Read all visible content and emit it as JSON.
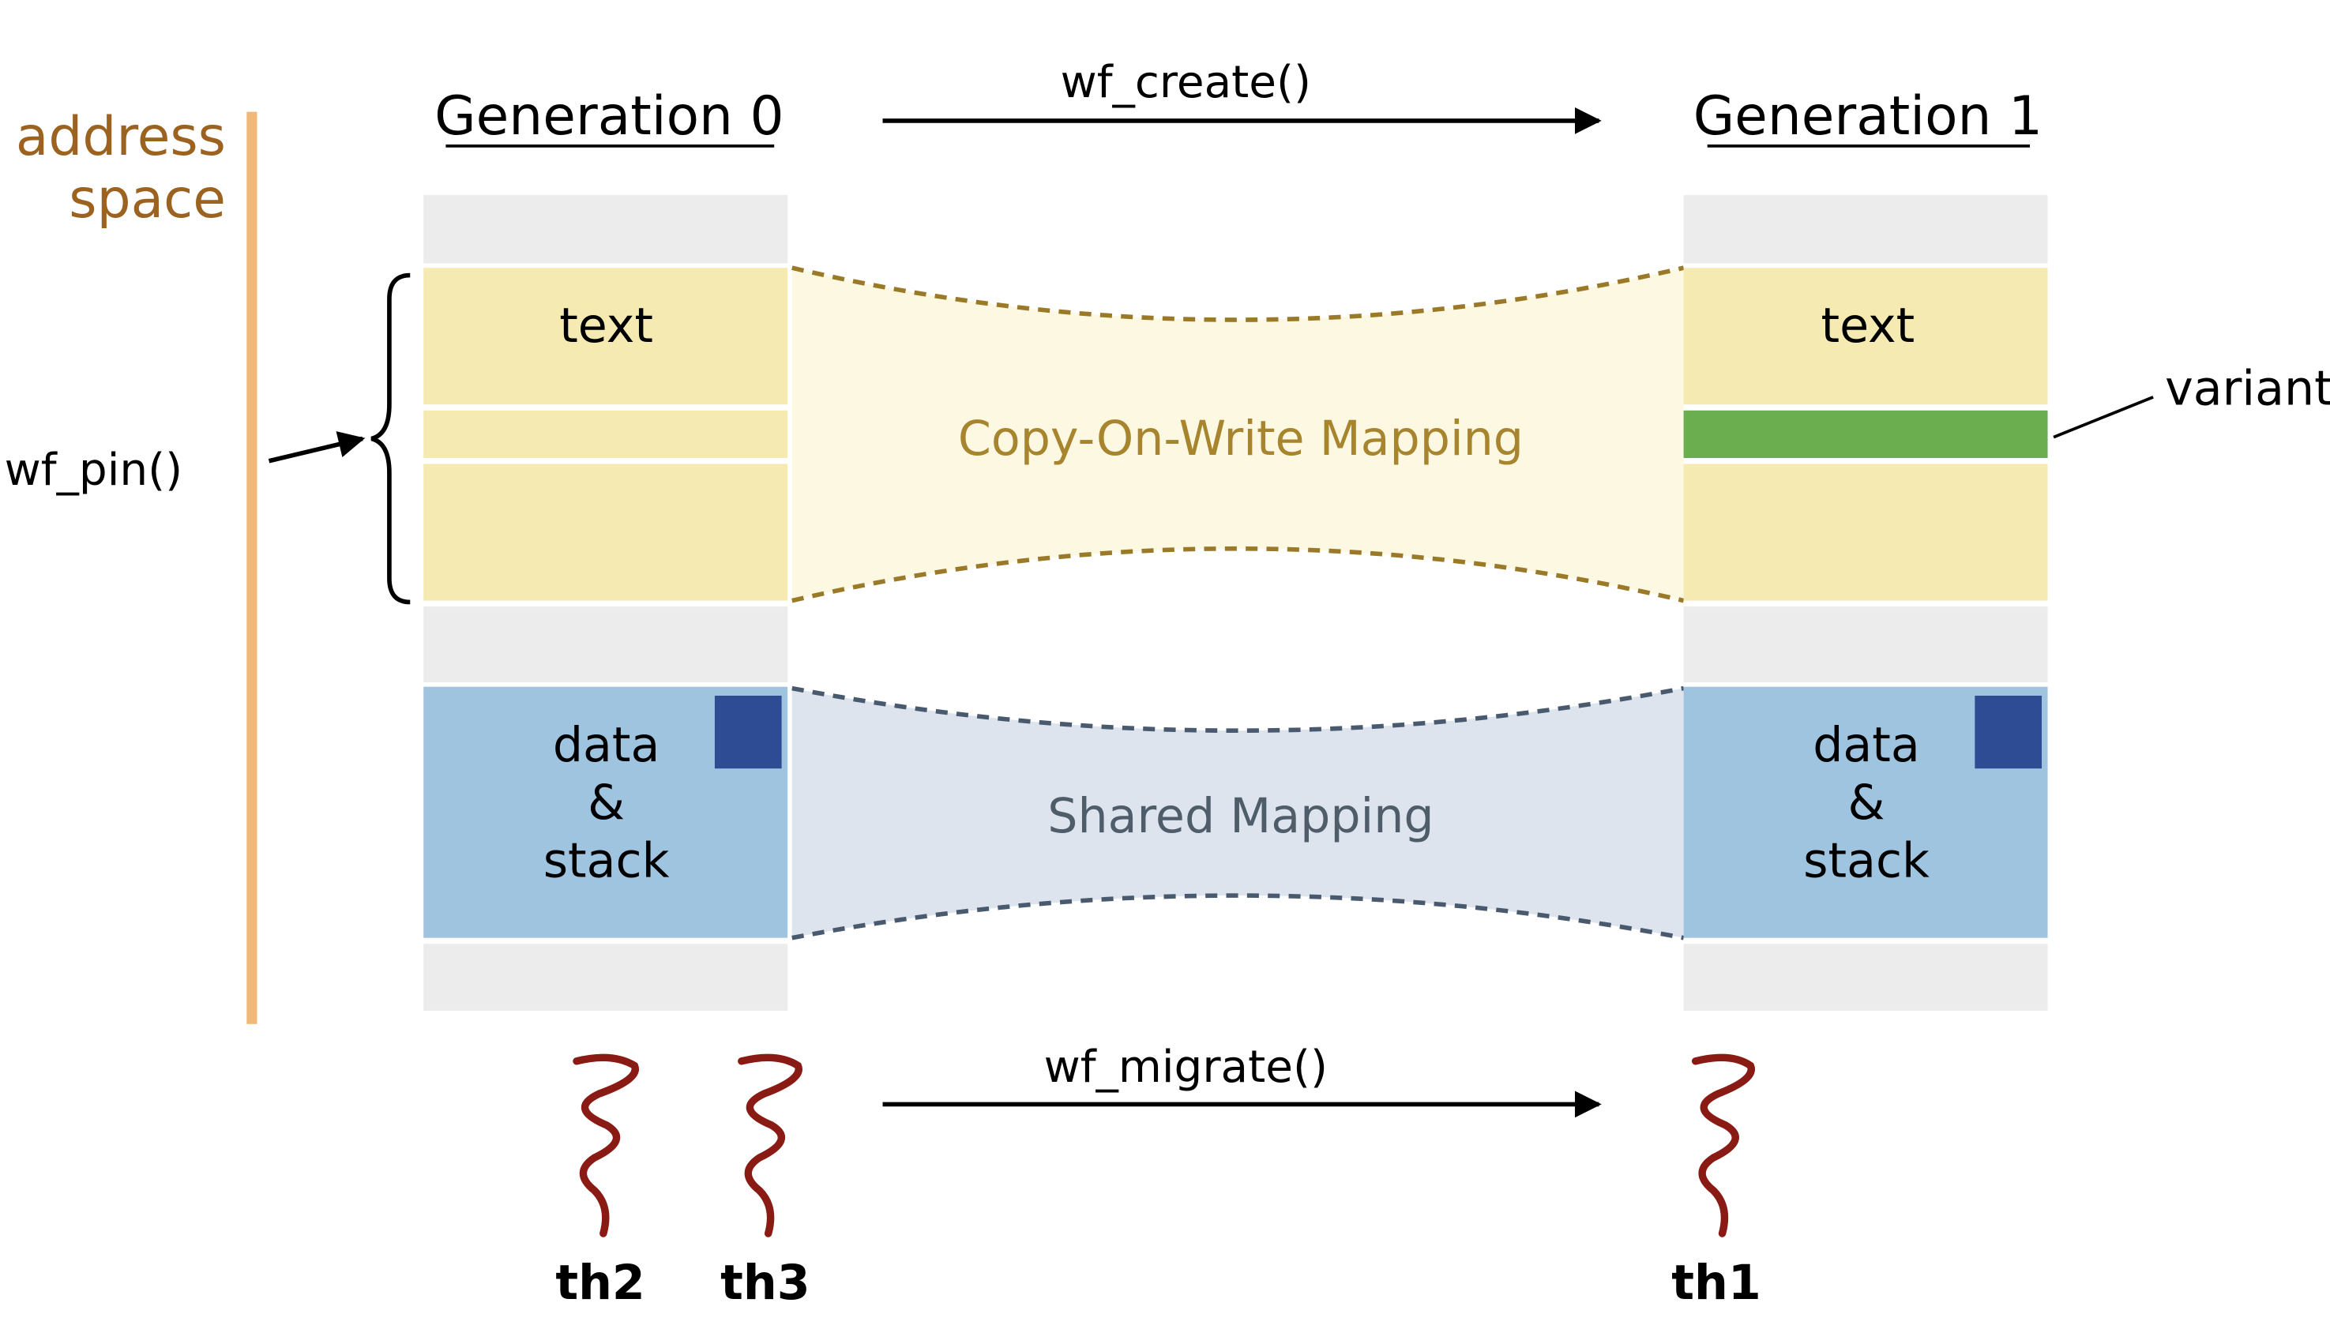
{
  "address_space_label": [
    "address",
    "space"
  ],
  "generation_0": {
    "title": "Generation 0",
    "segments": {
      "text": "text",
      "data_stack": [
        "data",
        "&",
        "stack"
      ]
    }
  },
  "generation_1": {
    "title": "Generation 1",
    "segments": {
      "text": "text",
      "data_stack": [
        "data",
        "&",
        "stack"
      ]
    }
  },
  "calls": {
    "create": "wf_create()",
    "migrate": "wf_migrate()",
    "pin": "wf_pin()"
  },
  "mappings": {
    "cow": "Copy-On-Write Mapping",
    "shared": "Shared Mapping"
  },
  "variant_label": "variant",
  "threads": {
    "gen0": [
      "th2",
      "th3"
    ],
    "gen1": [
      "th1"
    ]
  },
  "colors": {
    "address_bar": "#f2b877",
    "address_text": "#9b6220",
    "empty_segment": "#ececec",
    "text_segment": "#f5eab1",
    "cow_fill": "#fdf8e1",
    "cow_border": "#9a7a28",
    "cow_text": "#a7852e",
    "data_segment": "#9fc4e0",
    "shared_fill": "#dde4ee",
    "shared_border": "#4a5a6e",
    "shared_text": "#4f5d6a",
    "page_marker": "#2e4c94",
    "variant": "#6aae4f",
    "thread": "#8a1a14"
  }
}
